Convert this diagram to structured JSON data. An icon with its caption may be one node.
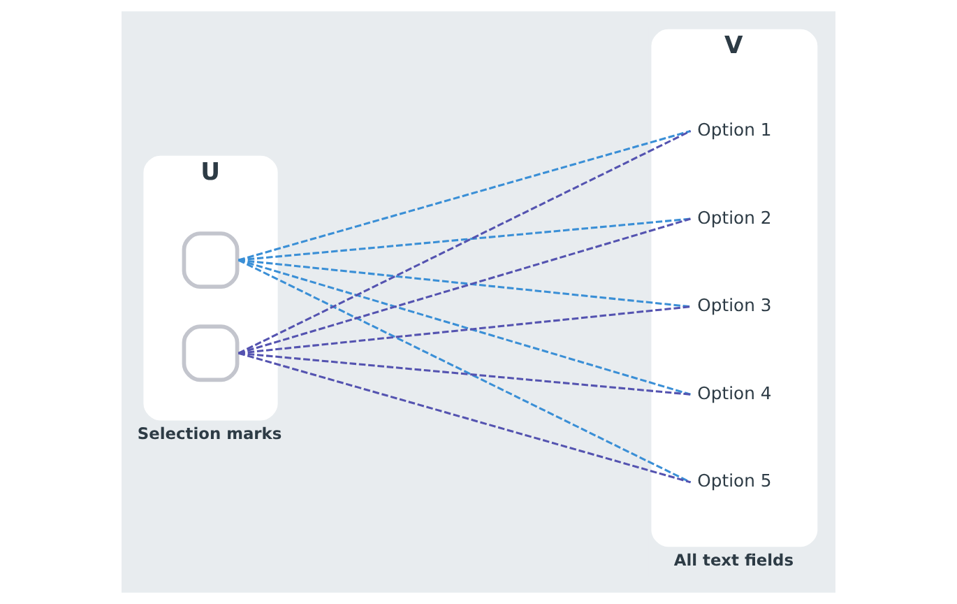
{
  "diagram": {
    "nodes": [
      {
        "text": [
          "U"
        ],
        "beside": [
          "Selection marks"
        ]
      },
      {
        "text": [],
        "shape": "box",
        "in": 0
      },
      {
        "text": [],
        "shape": "box",
        "in": 0
      },
      {
        "text": [
          "V"
        ],
        "beside": [
          "All text fields"
        ]
      },
      {
        "text": [
          "Option 1"
        ],
        "in": 3
      },
      {
        "text": [
          "Option 2"
        ],
        "in": 3
      },
      {
        "text": [
          "Option 3"
        ],
        "in": 3
      },
      {
        "text": [
          "Option 4"
        ],
        "in": 3
      },
      {
        "text": [
          "Option 5"
        ],
        "in": 3
      }
    ],
    "edges": [
      {
        "from": 1,
        "to": 4,
        "arrow": "none",
        "style": "dashed",
        "color": "#3a8fd6"
      },
      {
        "from": 1,
        "to": 5,
        "arrow": "none",
        "style": "dashed",
        "color": "#3a8fd6"
      },
      {
        "from": 1,
        "to": 6,
        "arrow": "none",
        "style": "dashed",
        "color": "#3a8fd6"
      },
      {
        "from": 1,
        "to": 7,
        "arrow": "none",
        "style": "dashed",
        "color": "#3a8fd6"
      },
      {
        "from": 1,
        "to": 8,
        "arrow": "none",
        "style": "dashed",
        "color": "#3a8fd6"
      },
      {
        "from": 2,
        "to": 4,
        "arrow": "none",
        "style": "dashed",
        "color": "#5453b0"
      },
      {
        "from": 2,
        "to": 5,
        "arrow": "none",
        "style": "dashed",
        "color": "#5453b0"
      },
      {
        "from": 2,
        "to": 6,
        "arrow": "none",
        "style": "dashed",
        "color": "#5453b0"
      },
      {
        "from": 2,
        "to": 7,
        "arrow": "none",
        "style": "dashed",
        "color": "#5453b0"
      },
      {
        "from": 2,
        "to": 8,
        "arrow": "none",
        "style": "dashed",
        "color": "#5453b0"
      }
    ]
  }
}
